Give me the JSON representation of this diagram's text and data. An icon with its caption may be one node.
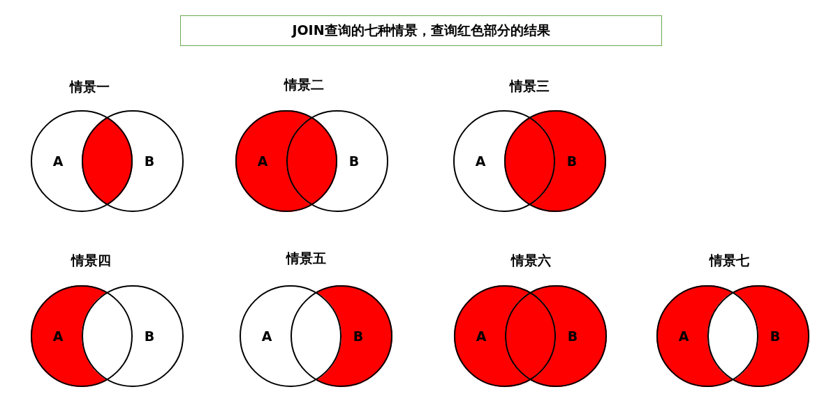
{
  "diagram": {
    "title": "JOIN查询的七种情景，查询红色部分的结果",
    "nodes": [
      {
        "text": [
          "A"
        ]
      },
      {
        "text": [
          "B"
        ]
      },
      {
        "text": [
          "A"
        ]
      },
      {
        "text": [
          "B"
        ]
      },
      {
        "text": [
          "A"
        ]
      },
      {
        "text": [
          "B"
        ]
      },
      {
        "text": [
          "A"
        ]
      },
      {
        "text": [
          "B"
        ]
      },
      {
        "text": [
          "A"
        ]
      },
      {
        "text": [
          "B"
        ]
      },
      {
        "text": [
          "A"
        ]
      },
      {
        "text": [
          "B"
        ]
      },
      {
        "text": [
          "A"
        ]
      },
      {
        "text": [
          "B"
        ]
      }
    ],
    "edges": [],
    "labels": [
      "情景一",
      "情景二",
      "情景三",
      "情景四",
      "情景五",
      "情景六",
      "情景七"
    ]
  }
}
